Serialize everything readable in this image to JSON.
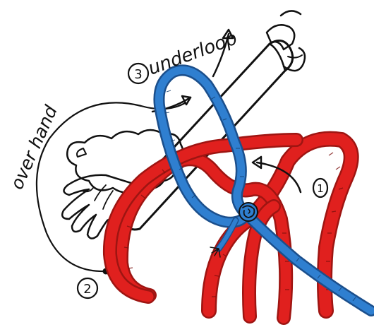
{
  "labels": {
    "step1": "1",
    "step2": "2",
    "step3": "3",
    "underloop": "underloop",
    "overhand": "over hand"
  },
  "colors": {
    "red_rope": "#e0201e",
    "red_rope_shadow": "#9e1512",
    "blue_rope": "#2f7fd0",
    "blue_rope_shadow": "#1b4f8c",
    "ink": "#111111",
    "background": "#ffffff"
  },
  "icons": {
    "hand": "hand-icon",
    "arrow": "arrow-icon"
  }
}
